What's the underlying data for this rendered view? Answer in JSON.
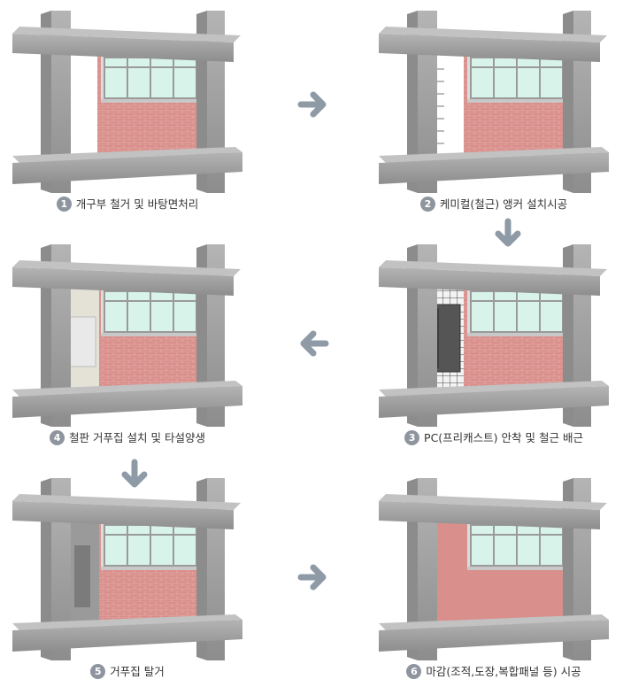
{
  "steps": [
    {
      "num": "1",
      "label": "개구부 철거 및 바탕면처리"
    },
    {
      "num": "2",
      "label": "케미컬(철근) 앵커 설치시공"
    },
    {
      "num": "3",
      "label": "PC(프리캐스트) 안착 및 철근 배근"
    },
    {
      "num": "4",
      "label": "철판 거푸집 설치 및 타설양생"
    },
    {
      "num": "5",
      "label": "거푸집 탈거"
    },
    {
      "num": "6",
      "label": "마감(조적,도장,복합패널 등) 시공"
    }
  ],
  "colors": {
    "concrete": "#a9a9a9",
    "concrete_dark": "#8a8a8a",
    "brick": "#d98f8b",
    "glass": "#d8f3ea",
    "arrow": "#8e9aa6",
    "badge": "#8e959e"
  }
}
